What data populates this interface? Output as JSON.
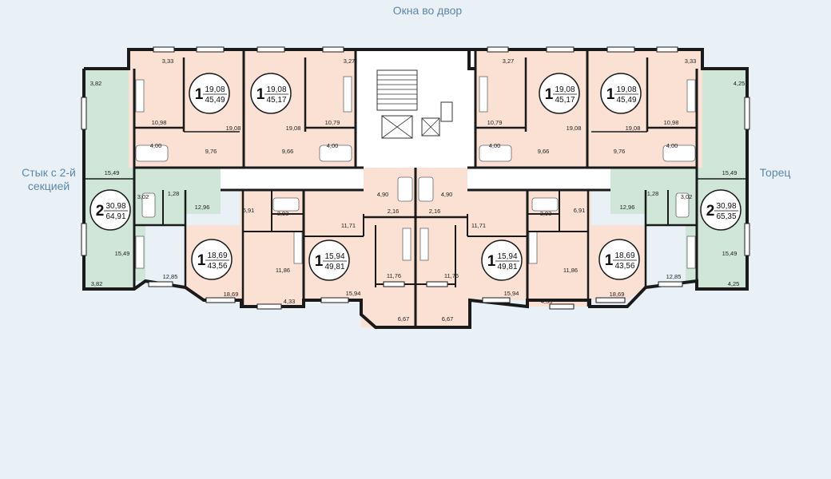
{
  "labels": {
    "top": "Окна во двор",
    "left_line1": "Стык с 2-й",
    "left_line2": "секцией",
    "right": "Торец"
  },
  "colors": {
    "background": "#eaf1f6",
    "one_room": "#fbe1d4",
    "two_room": "#cfe6d8",
    "common": "#ffffff",
    "wall": "#1a1a1a",
    "label": "#5b86ac"
  },
  "apartments": [
    {
      "id": "a1",
      "rooms": "1",
      "living": "19,08",
      "total": "45,49"
    },
    {
      "id": "a2",
      "rooms": "1",
      "living": "19,08",
      "total": "45,17"
    },
    {
      "id": "a3",
      "rooms": "1",
      "living": "19,08",
      "total": "45,17"
    },
    {
      "id": "a4",
      "rooms": "1",
      "living": "19,08",
      "total": "45,49"
    },
    {
      "id": "b1",
      "rooms": "2",
      "living": "30,98",
      "total": "64,91"
    },
    {
      "id": "b2",
      "rooms": "2",
      "living": "30,98",
      "total": "65,35"
    },
    {
      "id": "c1",
      "rooms": "1",
      "living": "18,69",
      "total": "43,56"
    },
    {
      "id": "c2",
      "rooms": "1",
      "living": "15,94",
      "total": "49,81"
    },
    {
      "id": "c3",
      "rooms": "1",
      "living": "15,94",
      "total": "49,81"
    },
    {
      "id": "c4",
      "rooms": "1",
      "living": "18,69",
      "total": "43,56"
    }
  ],
  "room_areas": [
    {
      "v": "3,33"
    },
    {
      "v": "3,27"
    },
    {
      "v": "3,27"
    },
    {
      "v": "3,33"
    },
    {
      "v": "10,98"
    },
    {
      "v": "10,79"
    },
    {
      "v": "10,79"
    },
    {
      "v": "10,98"
    },
    {
      "v": "19,08"
    },
    {
      "v": "19,08"
    },
    {
      "v": "19,08"
    },
    {
      "v": "19,08"
    },
    {
      "v": "4,00"
    },
    {
      "v": "4,00"
    },
    {
      "v": "4,00"
    },
    {
      "v": "4,00"
    },
    {
      "v": "9,76"
    },
    {
      "v": "9,66"
    },
    {
      "v": "9,66"
    },
    {
      "v": "9,76"
    },
    {
      "v": "3,82"
    },
    {
      "v": "15,49"
    },
    {
      "v": "3,02"
    },
    {
      "v": "1,28"
    },
    {
      "v": "12,96"
    },
    {
      "v": "15,49"
    },
    {
      "v": "12,85"
    },
    {
      "v": "3,82"
    },
    {
      "v": "4,25"
    },
    {
      "v": "15,49"
    },
    {
      "v": "3,02"
    },
    {
      "v": "1,28"
    },
    {
      "v": "12,96"
    },
    {
      "v": "15,49"
    },
    {
      "v": "12,85"
    },
    {
      "v": "4,25"
    },
    {
      "v": "6,91"
    },
    {
      "v": "3,93"
    },
    {
      "v": "11,86"
    },
    {
      "v": "18,69"
    },
    {
      "v": "4,33"
    },
    {
      "v": "6,91"
    },
    {
      "v": "3,93"
    },
    {
      "v": "11,86"
    },
    {
      "v": "18,69"
    },
    {
      "v": "4,33"
    },
    {
      "v": "4,90"
    },
    {
      "v": "4,90"
    },
    {
      "v": "2,16"
    },
    {
      "v": "2,16"
    },
    {
      "v": "11,71"
    },
    {
      "v": "11,71"
    },
    {
      "v": "11,76"
    },
    {
      "v": "11,76"
    },
    {
      "v": "15,94"
    },
    {
      "v": "15,94"
    },
    {
      "v": "6,67"
    },
    {
      "v": "6,67"
    }
  ]
}
